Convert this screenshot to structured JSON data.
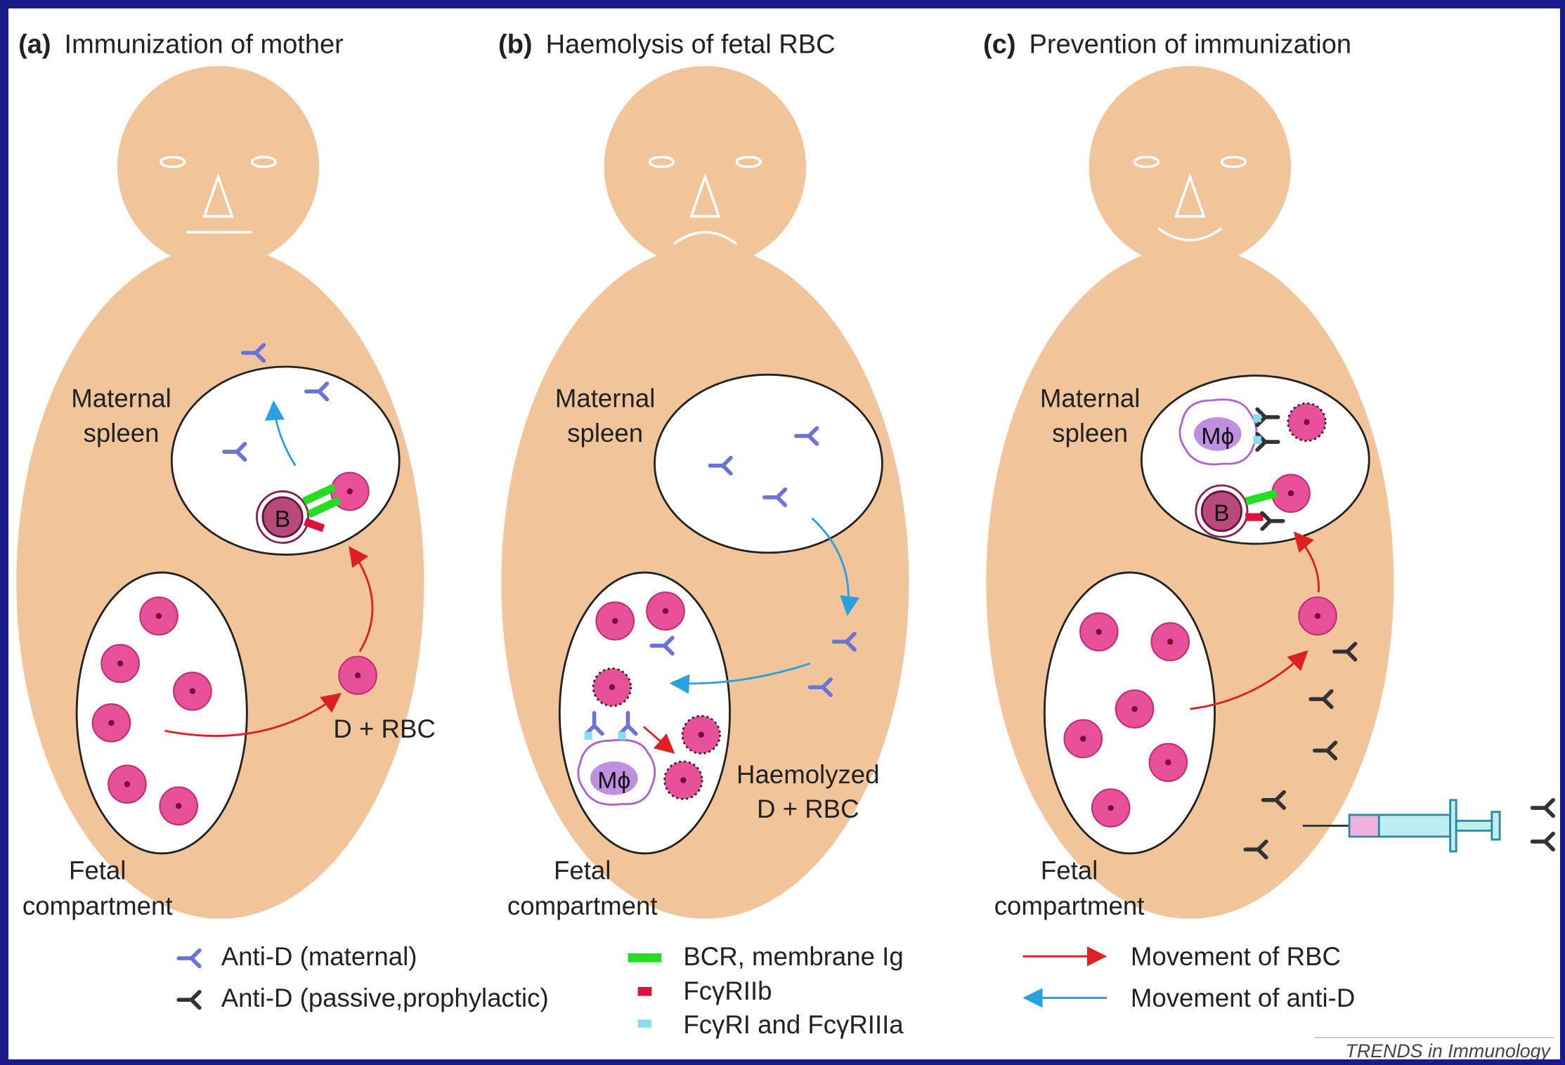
{
  "panels": [
    {
      "letter": "(a)",
      "title": "Immunization of mother"
    },
    {
      "letter": "(b)",
      "title": "Haemolysis of fetal RBC"
    },
    {
      "letter": "(c)",
      "title": "Prevention of immunization"
    }
  ],
  "labels": {
    "maternal_line1": "Maternal",
    "maternal_line2": "spleen",
    "fetal_line1": "Fetal",
    "fetal_line2": "compartment",
    "d_rbc": "D + RBC",
    "haemolyzed_line1": "Haemolyzed",
    "haemolyzed_line2": "D + RBC",
    "b_cell": "B",
    "macrophage": "Mϕ"
  },
  "legend": {
    "anti_d_maternal": "Anti-D (maternal)",
    "anti_d_passive": "Anti-D (passive,prophylactic)",
    "bcr": "BCR, membrane Ig",
    "fcgriib": "FcγRIIb",
    "fcgri": "FcγRI and FcγRIIIa",
    "movement_rbc": "Movement of RBC",
    "movement_anti_d": "Movement of anti-D"
  },
  "credit": "TRENDS in Immunology",
  "colors": {
    "body": "#f2c49a",
    "rbc": "#e8509a",
    "maternal_antibody": "#6b72d8",
    "passive_antibody": "#333333",
    "bcr": "#22dd22",
    "fcgriib": "#dd1040",
    "fcgri": "#88ddee",
    "rbc_arrow": "#e02020",
    "antid_arrow": "#2aa0e0",
    "frame": "#1a1a8c"
  }
}
